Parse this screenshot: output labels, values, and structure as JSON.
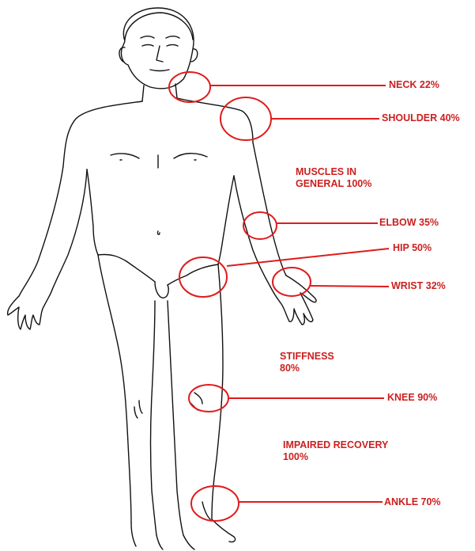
{
  "colors": {
    "accent": "#e01b1b",
    "label": "#cc1f1f",
    "outline": "#111111"
  },
  "labels": {
    "neck": "NECK 22%",
    "shoulder": "SHOULDER 40%",
    "muscles_l1": "MUSCLES IN",
    "muscles_l2": "GENERAL  100%",
    "elbow": "ELBOW 35%",
    "hip": "HIP 50%",
    "wrist": "WRIST 32%",
    "stiffness_l1": "STIFFNESS",
    "stiffness_l2": "80%",
    "knee": "KNEE 90%",
    "recovery_l1": "IMPAIRED RECOVERY",
    "recovery_l2": "100%",
    "ankle": "ANKLE 70%"
  }
}
